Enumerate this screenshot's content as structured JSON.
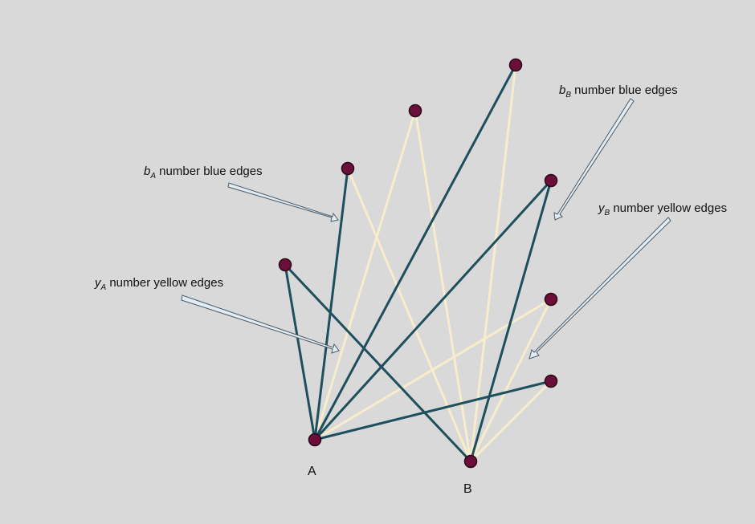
{
  "colors": {
    "background": "#d9d9d9",
    "blue_edge": "#1d4f5c",
    "yellow_edge": "#f7eccb",
    "vertex_fill": "#6b0f3a",
    "vertex_stroke": "#2a0717",
    "arrow_fill": "#e3ecf3",
    "arrow_stroke": "#4a5a66"
  },
  "vertices": {
    "A": "A",
    "B": "B"
  },
  "annotations": {
    "bA": {
      "var": "b",
      "sub": "A",
      "text": " number blue edges"
    },
    "yA": {
      "var": "y",
      "sub": "A",
      "text": " number yellow edges"
    },
    "bB": {
      "var": "b",
      "sub": "B",
      "text": " number blue edges"
    },
    "yB": {
      "var": "y",
      "sub": "B",
      "text": " number yellow edges"
    }
  }
}
